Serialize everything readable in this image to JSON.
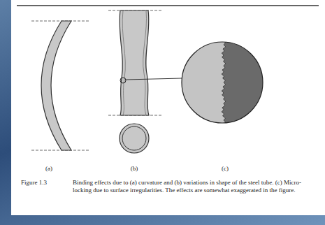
{
  "diagram": {
    "caption": "Binding effects due to (a) curvature and (b) variations in shape of the steel tube. (c) Micro-locking due to surface irregularities. The effects are somewhat exaggerated in the figure.",
    "labels": [
      "(a)",
      "(b)",
      "(c)",
      "Figure 1.3"
    ]
  }
}
